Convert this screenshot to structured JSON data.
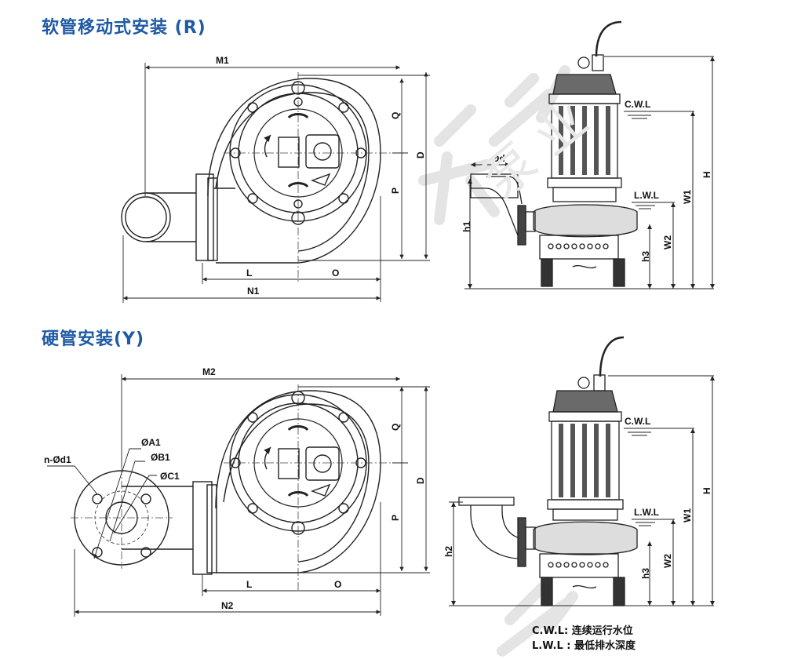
{
  "titles": {
    "hose_install": "软管移动式安装 (R)",
    "hard_pipe_install": "硬管安装(Y)"
  },
  "dims_top": {
    "M1": "M1",
    "Q": "Q",
    "D": "D",
    "P": "P",
    "L": "L",
    "O": "O",
    "N1": "N1",
    "Od": "Ød",
    "h1": "h1",
    "h3": "h3",
    "W2": "W2",
    "W1": "W1",
    "H": "H",
    "CWL": "C.W.L",
    "LWL": "L.W.L"
  },
  "dims_bottom": {
    "M2": "M2",
    "Q": "Q",
    "D": "D",
    "P": "P",
    "L": "L",
    "O": "O",
    "N2": "N2",
    "nOd1": "n-Ød1",
    "OA1": "ØA1",
    "OB1": "ØB1",
    "OC1": "ØC1",
    "h2": "h2",
    "h3": "h3",
    "W2": "W2",
    "W1": "W1",
    "H": "H",
    "CWL": "C.W.L",
    "LWL": "L.W.L"
  },
  "legend": {
    "cwl": "C.W.L:  连续运行水位",
    "lwl": "L.W.L :  最低排水深度"
  },
  "watermark": "泵 业",
  "colors": {
    "title": "#1f5aa6",
    "line": "#222222",
    "watermark": "#e2e2e2"
  }
}
